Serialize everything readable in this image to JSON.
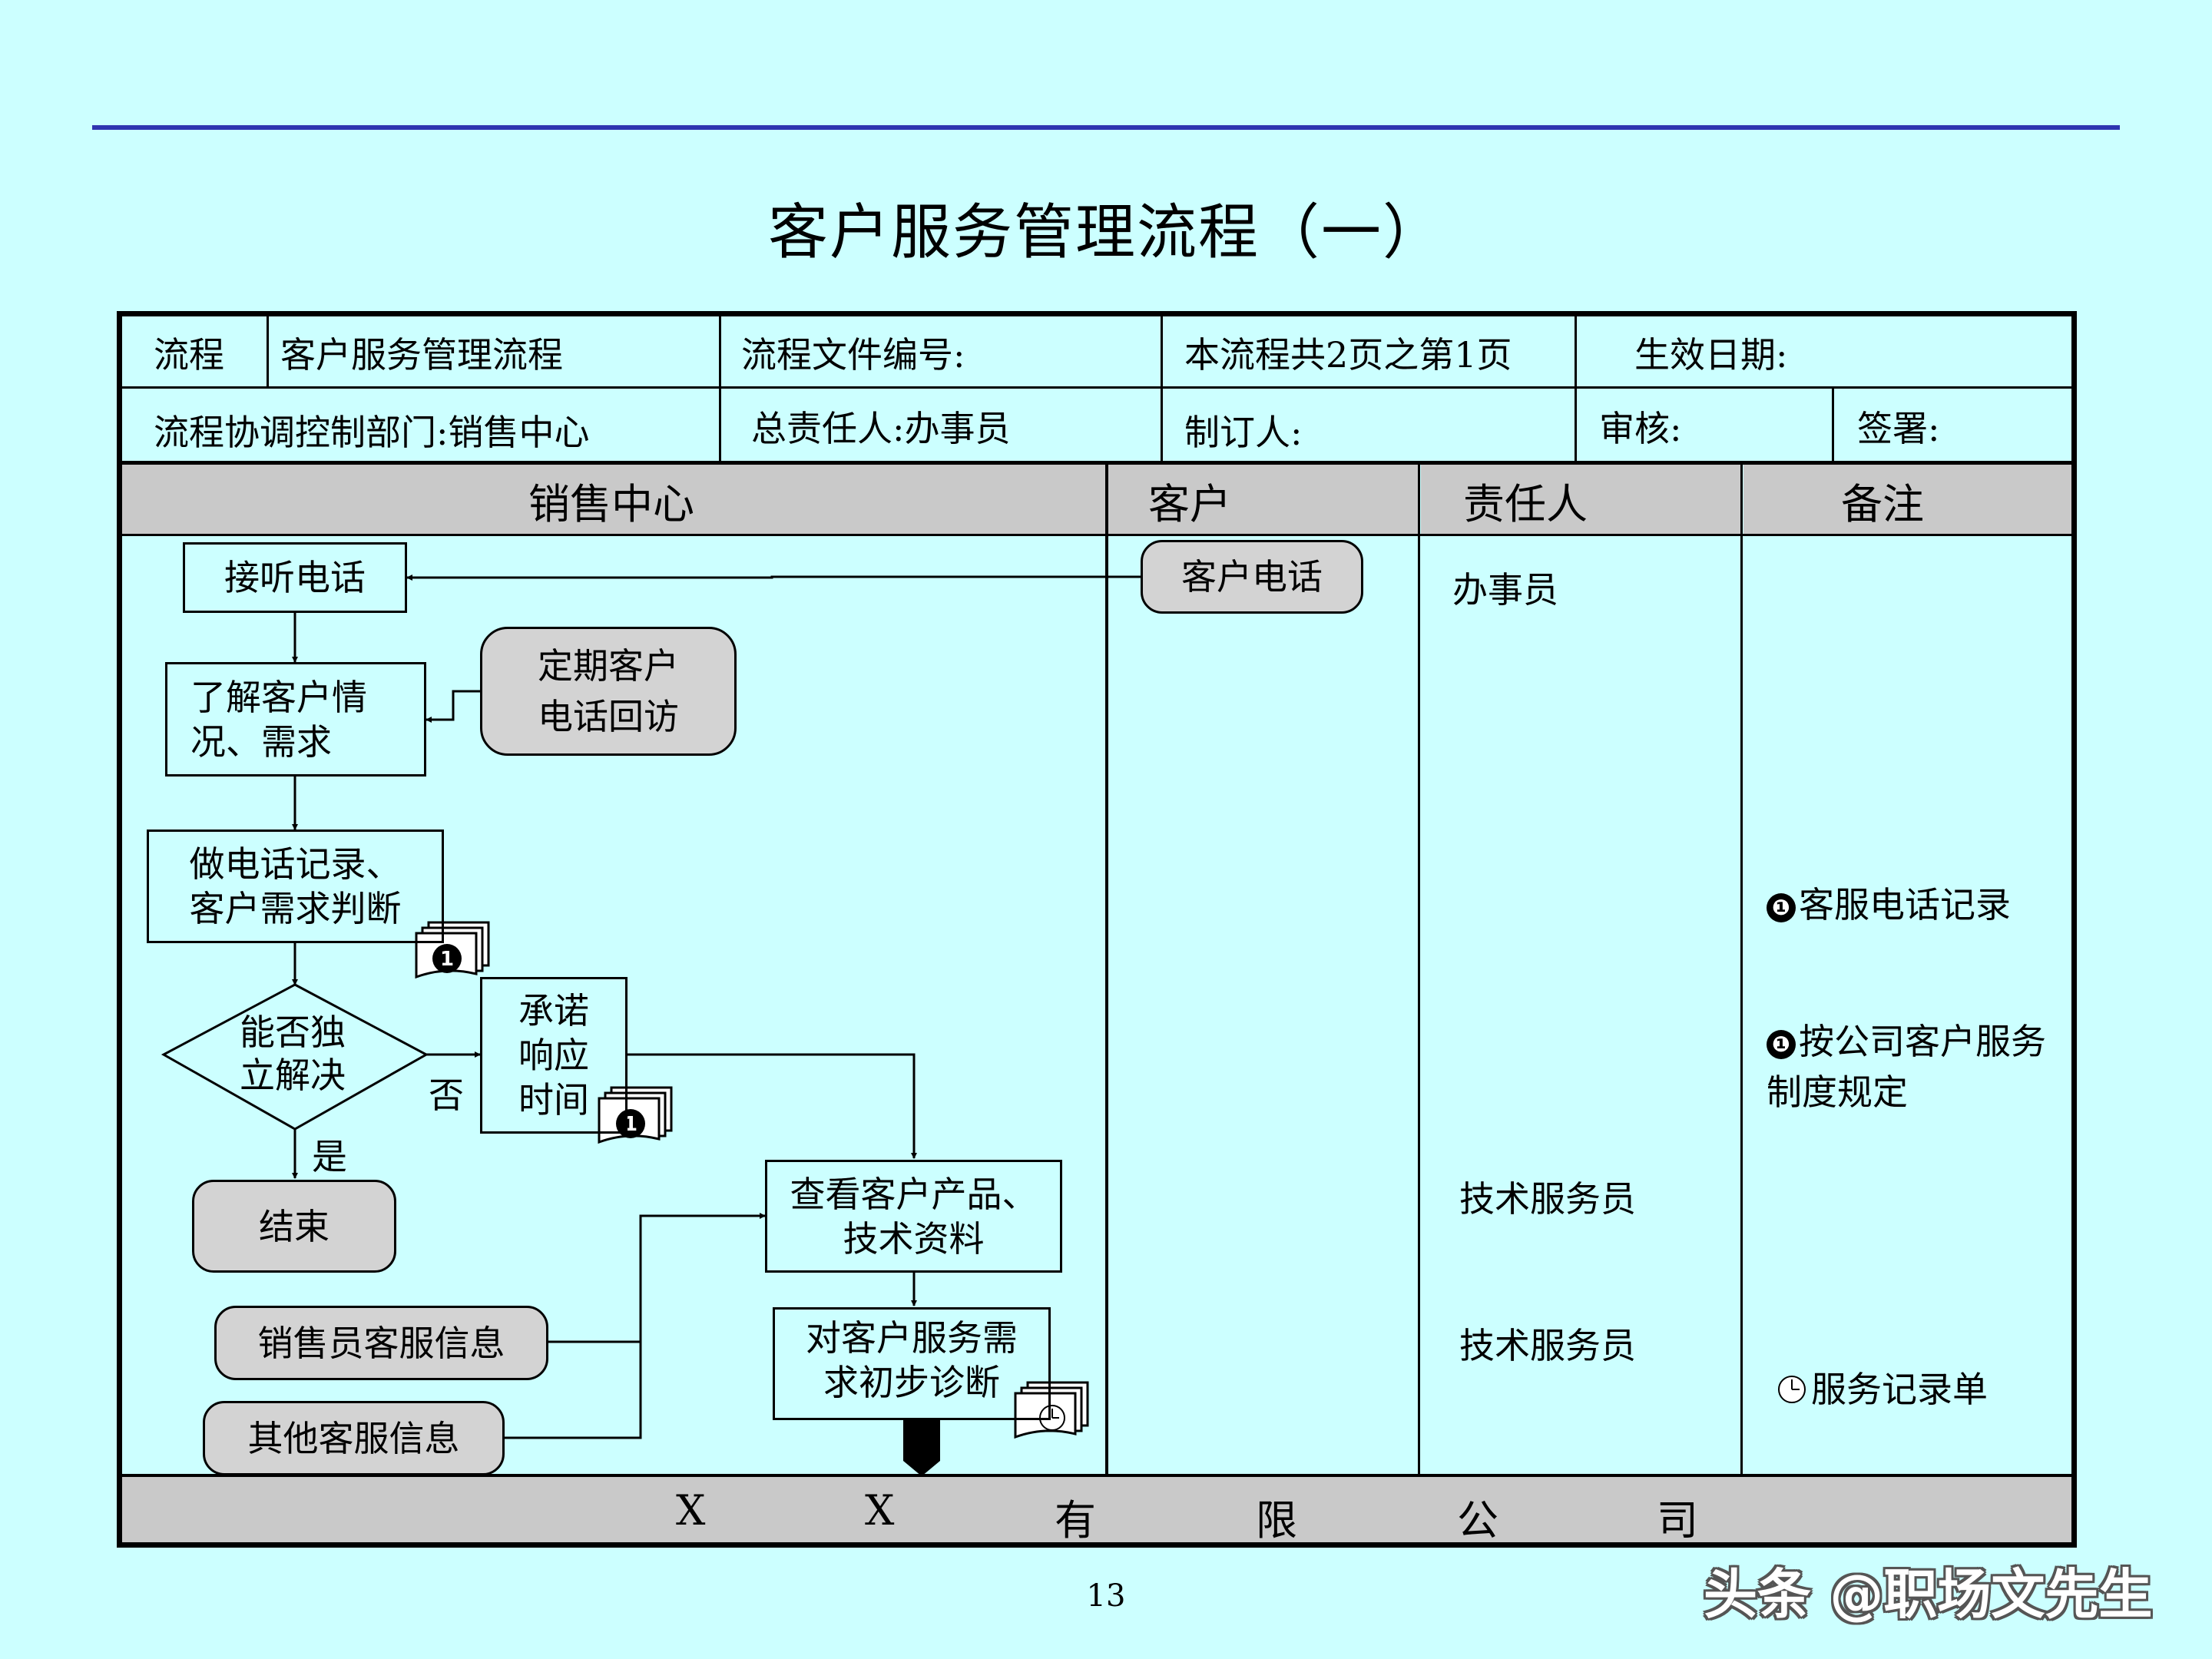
{
  "title": "客户服务管理流程（一）",
  "header": {
    "process_label": "流程",
    "process_name": "客户服务管理流程",
    "doc_number": "流程文件编号:",
    "page_info": "本流程共2页之第1页",
    "effective_date": "生效日期:",
    "dept": "流程协调控制部门:销售中心",
    "owner": "总责任人:办事员",
    "author": "制订人:",
    "reviewer": "审核:",
    "signature": "签署:"
  },
  "lanes": [
    "销售中心",
    "客户",
    "责任人",
    "备注"
  ],
  "nodes": {
    "answer_call": "接听电话",
    "understand_l1": "了解客户情",
    "understand_l2": "况、需求",
    "periodic_l1": "定期客户",
    "periodic_l2": "电话回访",
    "record_l1": "做电话记录、",
    "record_l2": "客户需求判断",
    "decide_l1": "能否独",
    "decide_l2": "立解决",
    "promise_l1": "承诺",
    "promise_l2": "响应",
    "promise_l3": "时间",
    "end": "结束",
    "customer_call": "客户电话",
    "view_info_l1": "查看客户产品、",
    "view_info_l2": "技术资料",
    "diagnose_l1": "对客户服务需",
    "diagnose_l2": "求初步诊断",
    "sales_info": "销售员客服信息",
    "other_info": "其他客服信息"
  },
  "edge_labels": {
    "no": "否",
    "yes": "是"
  },
  "responsible": [
    "办事员",
    "技术服务员",
    "技术服务员"
  ],
  "notes": {
    "marker": "❶",
    "note1": "客服电话记录",
    "note2_l1": "按公司客户服务",
    "note2_l2": "制度规定",
    "note3_icon": "clock-icon",
    "note3": "服务记录单"
  },
  "footer_chars": [
    "X",
    "X",
    "有",
    "限",
    "公",
    "司"
  ],
  "page_number": "13",
  "watermark": "头条 @职场文先生",
  "colors": {
    "background": "#ccffff",
    "accent_line": "#2f34b0",
    "header_fill": "#c9c9c9",
    "terminal_fill": "#d3d3d3"
  }
}
